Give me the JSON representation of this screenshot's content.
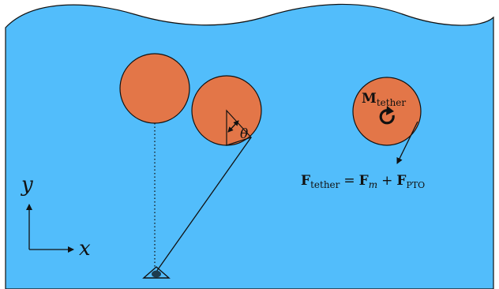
{
  "colors": {
    "water": "#52bdfb",
    "float": "#e37648",
    "outline": "#111111",
    "background": "#ffffff"
  },
  "labels": {
    "theta": "θ",
    "axis_x": "x",
    "axis_y": "y",
    "moment": {
      "symbol": "M",
      "subscript": "tether"
    },
    "force_equation": {
      "lhs_symbol": "F",
      "lhs_subscript": "tether",
      "equals": "=",
      "term1_symbol": "F",
      "term1_subscript": "m",
      "plus": "+",
      "term2_symbol": "F",
      "term2_subscript": "PTO"
    }
  },
  "icons": {
    "moment": "rotation-arrow-icon",
    "anchor": "anchor-pivot-icon"
  }
}
